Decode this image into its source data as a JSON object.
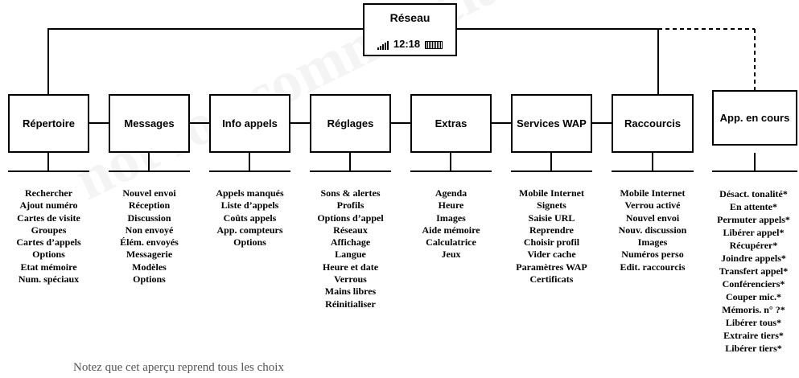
{
  "screen": {
    "title": "Réseau",
    "time": "12:18",
    "icons": [
      "signal-strength-icon",
      "battery-icon"
    ]
  },
  "menus": [
    {
      "label": "Répertoire",
      "items": [
        "Rechercher",
        "Ajout numéro",
        "Cartes de visite",
        "Groupes",
        "Cartes d’appels",
        "Options",
        "Etat mémoire",
        "Num. spéciaux"
      ]
    },
    {
      "label": "Messages",
      "items": [
        "Nouvel envoi",
        "Réception",
        "Discussion",
        "Non envoyé",
        "Élém. envoyés",
        "Messagerie",
        "Modèles",
        "Options"
      ]
    },
    {
      "label": "Info appels",
      "items": [
        "Appels manqués",
        "Liste d’appels",
        "Coûts appels",
        "App. compteurs",
        "Options"
      ]
    },
    {
      "label": "Réglages",
      "items": [
        "Sons & alertes",
        "Profils",
        "Options d’appel",
        "Réseaux",
        "Affichage",
        "Langue",
        "Heure et date",
        "Verrous",
        "Mains libres",
        "Réinitialiser"
      ]
    },
    {
      "label": "Extras",
      "items": [
        "Agenda",
        "Heure",
        "Images",
        "Aide mémoire",
        "Calculatrice",
        "Jeux"
      ]
    },
    {
      "label": "Services WAP",
      "items": [
        "Mobile Internet",
        "Signets",
        "Saisie URL",
        "Reprendre",
        "Choisir profil",
        "Vider cache",
        "Paramètres WAP",
        "Certificats"
      ]
    },
    {
      "label": "Raccourcis",
      "items": [
        "Mobile Internet",
        "Verrou activé",
        "Nouvel envoi",
        "Nouv. discussion",
        "Images",
        "Numéros perso",
        "Edit. raccourcis"
      ]
    },
    {
      "label": "App. en cours",
      "items": [
        "Désact. tonalité*",
        "En attente*",
        "Permuter appels*",
        "Libérer appel*",
        "Récupérer*",
        "Joindre appels*",
        "Transfert appel*",
        "Conférenciers*",
        "Couper mic.*",
        "Mémoris. n° ?*",
        "Libérer tous*",
        "Extraire tiers*",
        "Libérer tiers*"
      ]
    }
  ],
  "note": "Notez que cet aperçu reprend tous les choix",
  "watermark": "not for commercial use"
}
